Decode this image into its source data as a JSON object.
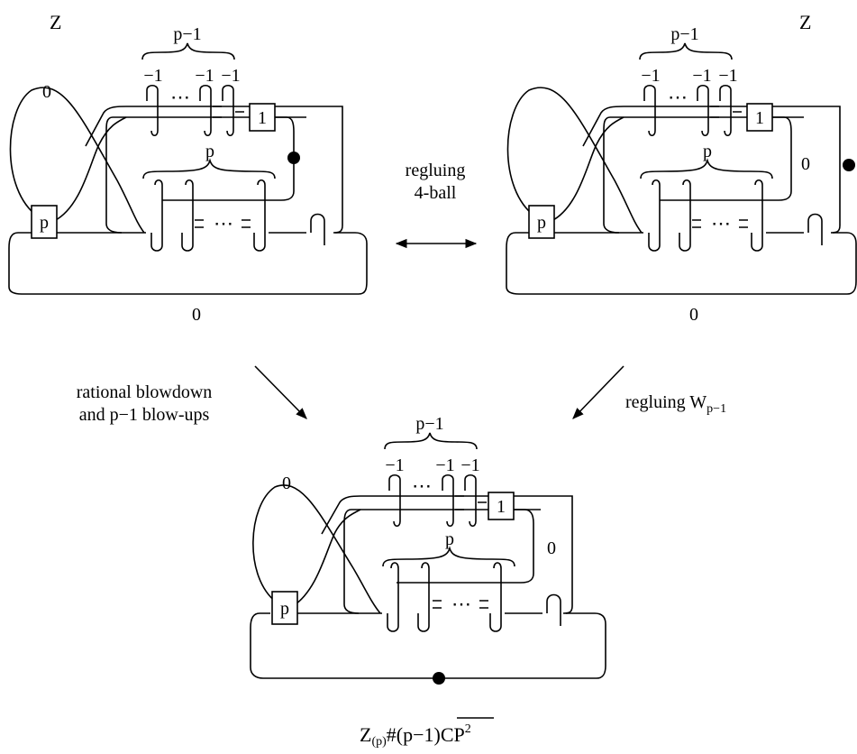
{
  "diagrams": [
    {
      "title": "Z",
      "labels": {
        "bracket_top": "p−1",
        "coef_a": "−1",
        "coef_b": "−1",
        "coef_c": "−1",
        "dots_top": "⋯",
        "box_1": "1",
        "bracket_mid": "p",
        "dots_mid": "⋯",
        "loop_label": "0",
        "box_p": "p",
        "bottom_label": "0",
        "side_label": ""
      }
    },
    {
      "title": "Z",
      "labels": {
        "bracket_top": "p−1",
        "coef_a": "−1",
        "coef_b": "−1",
        "coef_c": "−1",
        "dots_top": "⋯",
        "box_1": "1",
        "bracket_mid": "p",
        "dots_mid": "⋯",
        "loop_label": "",
        "box_p": "p",
        "bottom_label": "0",
        "side_label": "0"
      }
    },
    {
      "title": "",
      "labels": {
        "bracket_top": "p−1",
        "coef_a": "−1",
        "coef_b": "−1",
        "coef_c": "−1",
        "dots_top": "⋯",
        "box_1": "1",
        "bracket_mid": "p",
        "dots_mid": "⋯",
        "loop_label": "0",
        "box_p": "p",
        "bottom_label": "",
        "side_label": "0"
      }
    }
  ],
  "arrows": {
    "regluing_line1": "regluing",
    "regluing_line2": "4-ball",
    "left_line1": "rational blowdown",
    "left_line2": "and p−1 blow-ups",
    "right_label": "regluing W",
    "right_label_sub": "p−1"
  },
  "result_formula": {
    "base": "Z",
    "sub": "(p)",
    "connect_sum": "#",
    "multiplier": "(p−1)",
    "space": "CP",
    "sup": "2"
  }
}
